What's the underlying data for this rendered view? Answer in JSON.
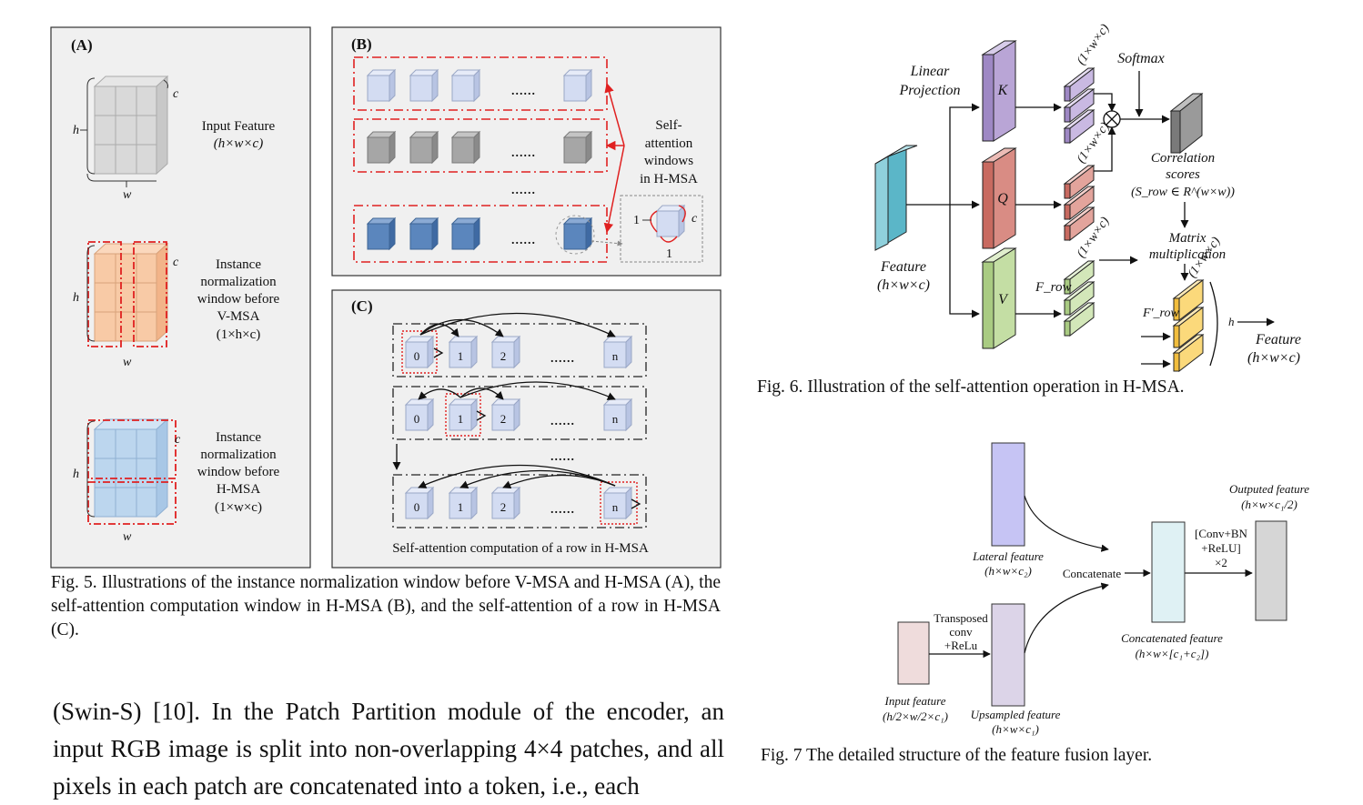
{
  "fig5": {
    "panelA": {
      "label": "(A)",
      "c_label": "c",
      "h_label": "h",
      "w_label": "w",
      "row1": {
        "title": "Input Feature",
        "dims": "(h×w×c)"
      },
      "row2": {
        "line1": "Instance",
        "line2": "normalization",
        "line3": "window before",
        "line4": "V-MSA",
        "dims": "(1×h×c)"
      },
      "row3": {
        "line1": "Instance",
        "line2": "normalization",
        "line3": "window before",
        "line4": "H-MSA",
        "dims": "(1×w×c)"
      }
    },
    "panelB": {
      "label": "(B)",
      "dots": "......",
      "line1": "Self-",
      "line2": "attention",
      "line3": "windows",
      "line4": "in H-MSA",
      "one_left": "1",
      "one_bottom": "1",
      "c_label": "c"
    },
    "panelC": {
      "label": "(C)",
      "cells": [
        "0",
        "1",
        "2",
        "......",
        "n"
      ],
      "bottom_label": "Self-attention computation of a row in H-MSA"
    },
    "caption": "Fig. 5. Illustrations of the instance normalization window before V-MSA and H-MSA (A), the self-attention computation window in H-MSA (B), and the self-attention of a row in H-MSA (C)."
  },
  "fig6": {
    "linear_projection_1": "Linear",
    "linear_projection_2": "Projection",
    "K": "K",
    "Q": "Q",
    "V": "V",
    "dim_label": "(1×w×c)",
    "softmax": "Softmax",
    "correlation_1": "Correlation",
    "correlation_2": "scores",
    "correlation_3": "(S_row ∈ R^(w×w))",
    "matrix_1": "Matrix",
    "matrix_2": "multiplication",
    "feature_in_1": "Feature",
    "feature_in_2": "(h×w×c)",
    "f_row": "F_row",
    "f_row_prime": "F'_row",
    "h_label": "h",
    "feature_out_1": "Feature",
    "feature_out_2": "(h×w×c)",
    "caption": "Fig. 6.  Illustration of the self-attention operation in H-MSA."
  },
  "fig7": {
    "lateral_1": "Lateral feature",
    "lateral_2": "(h×w×c₂)",
    "transposed_1": "Transposed",
    "transposed_2": "conv",
    "transposed_3": "+ReLu",
    "input_1": "Input feature",
    "input_2": "(h/2×w/2×c₁)",
    "upsampled_1": "Upsampled feature",
    "upsampled_2": "(h×w×c₁)",
    "concatenate": "Concatenate",
    "concat_feat_1": "Concatenated feature",
    "concat_feat_2": "(h×w×[c₁+c₂])",
    "conv_1": "[Conv+BN",
    "conv_2": "+ReLU]",
    "conv_3": "×2",
    "out_1": "Outputed feature",
    "out_2": "(h×w×c₁/2)",
    "caption": "Fig. 7 The detailed structure of the feature fusion layer."
  },
  "body_text": "(Swin-S) [10]. In the Patch Partition module of the encoder, an input RGB image is split into non-overlapping 4×4 patches, and all pixels in each patch are concatenated into a token, i.e., each",
  "colors": {
    "panel_bg": "#f0f0f0",
    "gray_cube": "#d9d9d9",
    "orange_cube": "#f8caa6",
    "blue_cube": "#bcd6ee",
    "light_cube": "#d3dcf2",
    "dark_gray_cube": "#a6a6a6",
    "navy_cube": "#5b86bd",
    "red_dash": "#e03030",
    "k_color": "#b9a5d6",
    "q_color": "#d98c84",
    "v_color": "#c4dea4",
    "feature_color": "#8fd0dc",
    "yellow": "#fbd97b"
  }
}
